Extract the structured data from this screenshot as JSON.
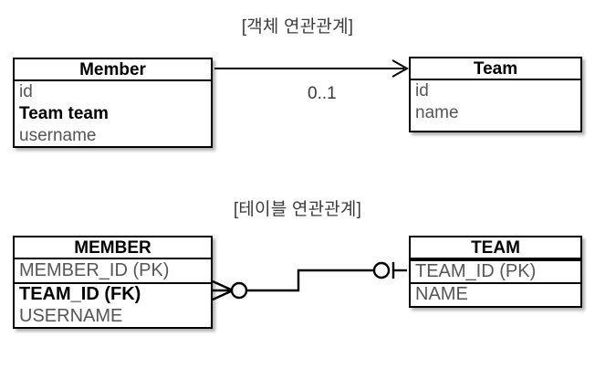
{
  "diagram": {
    "title_object": "[객체 연관관계]",
    "title_table": "[테이블 연관관계]",
    "colors": {
      "stroke": "#000000",
      "background": "#ffffff",
      "attribute_text": "#555555",
      "caption_text": "#3b3b3b"
    }
  },
  "object_model": {
    "caption": "[객체 연관관계]",
    "member_class": {
      "name": "Member",
      "attributes": [
        {
          "label": "id",
          "emphasis": "normal"
        },
        {
          "label": "Team team",
          "emphasis": "bold"
        },
        {
          "label": "username",
          "emphasis": "normal"
        }
      ]
    },
    "team_class": {
      "name": "Team",
      "attributes": [
        {
          "label": "id",
          "emphasis": "normal"
        },
        {
          "label": "name",
          "emphasis": "normal"
        }
      ]
    },
    "association": {
      "from": "Member",
      "to": "Team",
      "multiplicity": "0..1",
      "arrow": "open-arrow-directed",
      "direction": "member-to-team"
    }
  },
  "table_model": {
    "caption": "[테이블 연관관계]",
    "member_table": {
      "name": "MEMBER",
      "columns": [
        {
          "label": "MEMBER_ID (PK)",
          "emphasis": "normal",
          "divider_after": true
        },
        {
          "label": "TEAM_ID (FK)",
          "emphasis": "bold",
          "divider_after": false
        },
        {
          "label": "USERNAME",
          "emphasis": "normal",
          "divider_after": false
        }
      ]
    },
    "team_table": {
      "name": "TEAM",
      "columns": [
        {
          "label": "TEAM_ID (PK)",
          "emphasis": "normal",
          "divider_after": true
        },
        {
          "label": "NAME",
          "emphasis": "normal",
          "divider_after": false
        }
      ]
    },
    "relationship": {
      "from": "MEMBER.TEAM_ID (FK)",
      "to": "TEAM.TEAM_ID (PK)",
      "left_cardinality": "zero-or-many",
      "right_cardinality": "zero-or-one",
      "notation": "crows-foot"
    }
  }
}
